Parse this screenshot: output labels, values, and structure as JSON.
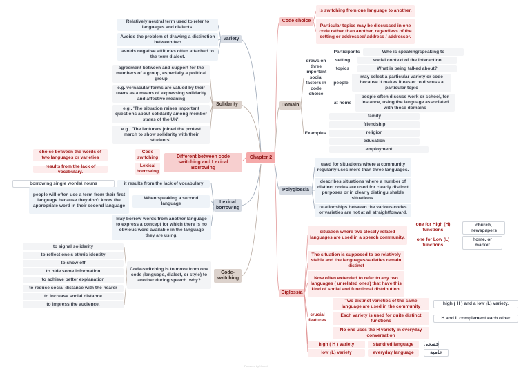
{
  "center": "Chapter 2",
  "variety": {
    "title": "Variety",
    "items": [
      "Relatively neutral term used to refer to languages and dialects.",
      "Avoids the problem of drawing a distinction between two",
      "avoids negative attitudes often attached to the term dialect."
    ]
  },
  "solidarity": {
    "title": "Solidarity",
    "items": [
      "agreement between and support for the members of a group, especially a political group",
      "e.g. vernacular forms are valued by their users as a means of expressing solidarity and affective meaning",
      "e.g., 'The situation raises important questions about solidarity among member states of the UN'.",
      "e.g., 'The lecturers joined the protest march to show solidarity with their students'."
    ]
  },
  "different": {
    "title": "Different between code switching and Lexical Borrowing",
    "cs_label": "Code switching",
    "cs_text": "choice between the words of two languages or varieties",
    "lb_label": "Lexical borrowing",
    "lb_text": "results from the lack of vocabulary."
  },
  "lexical": {
    "title": "Lexical borrowing",
    "lack": "it results from the lack of vocabulary",
    "single": "borrowing single words\\ nouns",
    "speaking": "When speaking a second language",
    "term": "people will often use a term from their first language because they don't know the appropriate word in their second language",
    "may": "May borrow words from another language to express a concept for which there is no obvious word available in the language they are using."
  },
  "codeswitching": {
    "title": "Code-switching",
    "definition": "Code-switching is to move from one code (language, dialect, or style) to another during speech. why?",
    "reasons": [
      "to signal solidarity",
      "to reflect one's ethnic identity",
      "to show off",
      "to hide some information",
      "to achieve better explanation",
      "to reduce social distance with the hearer",
      "to increase social distance",
      "to impress the audience."
    ]
  },
  "codechoice": {
    "title": "Code choice",
    "items": [
      "is switching from one language to another.",
      "Particular topics may be discussed in one code rather than another, regardless of the setting or addressee/ address / addressor."
    ]
  },
  "domain": {
    "title": "Domain",
    "draws": "draws on three important social factors in code choice",
    "factors": [
      {
        "label": "Participants",
        "text": "Who is speaking/speaking to"
      },
      {
        "label": "setting",
        "text": "social context of the interaction"
      },
      {
        "label": "topics",
        "text": "What is being talked about?"
      },
      {
        "label": "people",
        "text": "may select a particular variety or code because it makes it easier to discuss a particular topic"
      },
      {
        "label": "at home",
        "text": "people often discuss work or school, for instance, using the language associated with those domains"
      }
    ],
    "examples_label": "Examples",
    "examples": [
      "family",
      "friendship",
      "religion",
      "education",
      "employment"
    ]
  },
  "polyglossia": {
    "title": "Polyglossia",
    "items": [
      "used for situations where a community regularly uses more than three languages.",
      "describes situations where a number of distinct codes are used for clearly distinct purposes or in clearly distinguishable situations.",
      "relationships between the various codes or varieties are not at all straightforward."
    ]
  },
  "diglossia": {
    "title": "Diglossia",
    "situation": "situation where two closely related languages are used in a speech community.",
    "high_fn": "one for High (H) functions",
    "high_ex": "church, newspapers",
    "low_fn": "one for Low (L) functions",
    "low_ex": "home, or market",
    "stable": "The situation is supposed to be relatively stable and the languages/varieties remain distinct",
    "extended": "Now often extended to refer to any two languages ( unrelated ones) that have this kind of social and functional distribution.",
    "crucial_label": "crucial features",
    "features": [
      "Two distinct varieties of the same language are used in the community",
      "Each variety is used for quite distinct functions",
      "No one uses the H variety in everyday conversation"
    ],
    "feature_notes": [
      "high ( H ) and a low (L) variety.",
      "H and L complement each other"
    ],
    "high_variety": "high ( H ) variety",
    "standard": "standred language",
    "standard_ar": "فصحى",
    "low_variety": "low (L) variety",
    "everyday": "everyday language",
    "everyday_ar": "عامية"
  },
  "footer": "Powered by Xmind"
}
